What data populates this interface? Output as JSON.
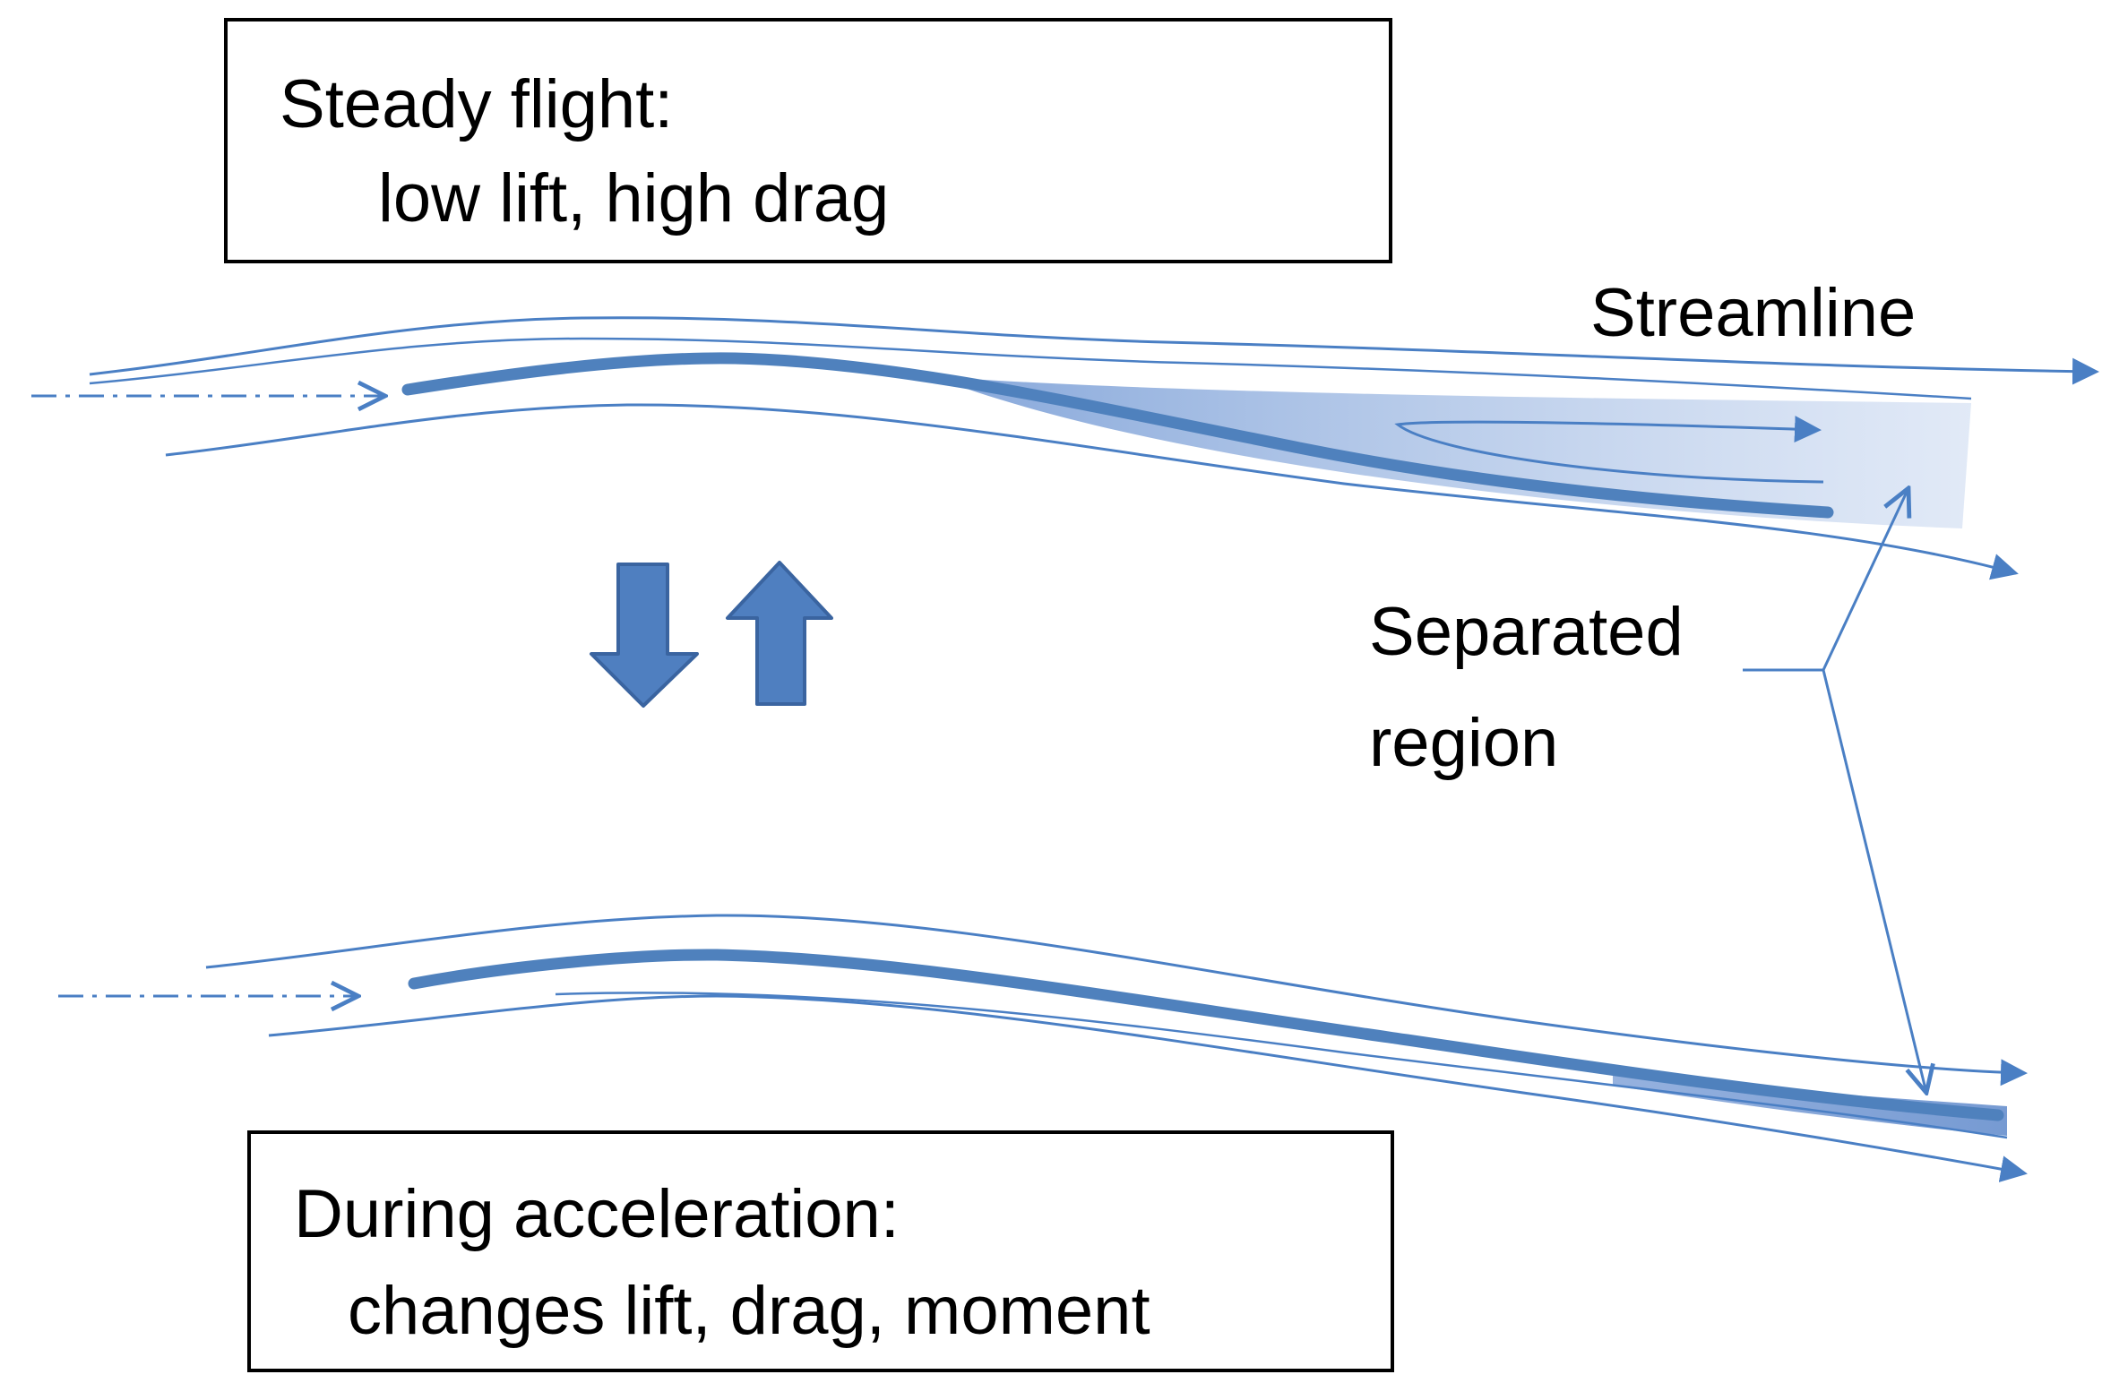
{
  "boxes": {
    "top": {
      "line1": "Steady flight:",
      "line2": "low lift, high drag"
    },
    "bottom": {
      "line1": "During acceleration:",
      "line2": "changes lift, drag, moment"
    }
  },
  "labels": {
    "streamline": "Streamline",
    "separated_line1": "Separated",
    "separated_line2": "region"
  },
  "colors": {
    "flow": "#4a7fc4",
    "airfoil": "#4f81bd",
    "arrow_fill": "#4f7fc0",
    "arrow_stroke": "#3a64a0",
    "separated_fill": "#9db8e3"
  },
  "icons": {
    "down_arrow": "down-block-arrow-icon",
    "up_arrow": "up-block-arrow-icon"
  }
}
